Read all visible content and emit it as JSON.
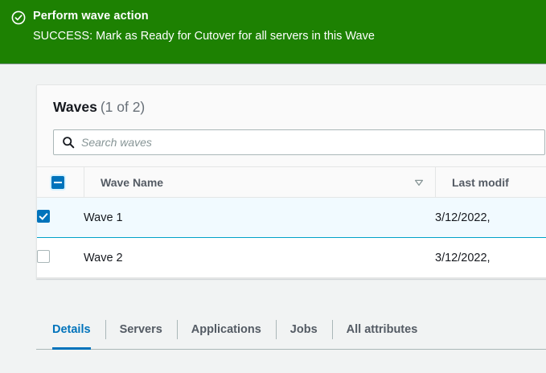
{
  "flash": {
    "icon": "check-circle-icon",
    "title": "Perform wave action",
    "message": "SUCCESS: Mark as Ready for Cutover for all servers in this Wave",
    "background": "#1d8102",
    "text_color": "#ffffff"
  },
  "panel": {
    "title": "Waves",
    "count": "(1 of 2)"
  },
  "search": {
    "icon": "search-icon",
    "placeholder": "Search waves",
    "value": ""
  },
  "table": {
    "select_all_state": "indeterminate",
    "columns": [
      {
        "key": "select",
        "label": ""
      },
      {
        "key": "name",
        "label": "Wave Name",
        "sort": "descending",
        "sort_icon": "sort-descending-icon"
      },
      {
        "key": "last_modified",
        "label": "Last modif"
      }
    ],
    "rows": [
      {
        "selected": true,
        "checkbox_state": "checked",
        "name": "Wave 1",
        "last_modified": "3/12/2022,"
      },
      {
        "selected": false,
        "checkbox_state": "unchecked",
        "name": "Wave 2",
        "last_modified": "3/12/2022,"
      }
    ]
  },
  "tabs": {
    "active": "Details",
    "items": [
      {
        "label": "Details",
        "active": true
      },
      {
        "label": "Servers",
        "active": false
      },
      {
        "label": "Applications",
        "active": false
      },
      {
        "label": "Jobs",
        "active": false
      },
      {
        "label": "All attributes",
        "active": false
      }
    ]
  },
  "colors": {
    "success_green": "#1d8102",
    "accent_blue": "#0073bb",
    "selected_row_bg": "#f1faff",
    "selected_row_border": "#00a1c9",
    "page_bg": "#f1f3f3",
    "card_bg": "#fafafa",
    "border_gray": "#e4e6e6",
    "muted_text": "#687078"
  }
}
